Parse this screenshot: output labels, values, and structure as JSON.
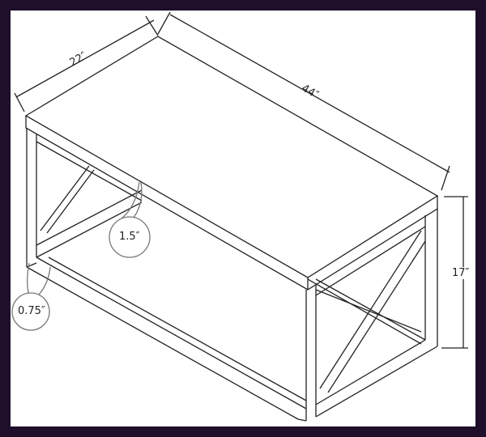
{
  "dimensions": {
    "depth": "22″",
    "width": "44″",
    "height": "17″",
    "top_thickness": "1.5″",
    "leg_thickness": "0.75″"
  },
  "colors": {
    "frame": "#1f0f2a",
    "line": "#222222"
  }
}
